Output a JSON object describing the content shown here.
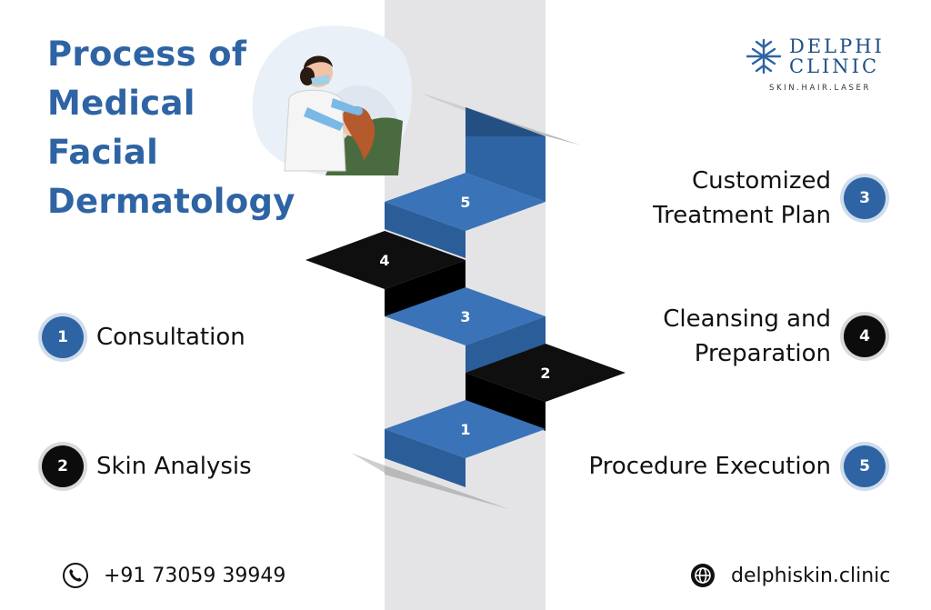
{
  "title": {
    "line1": "Process of",
    "line2": "Medical",
    "line3": "Facial",
    "line4": "Dermatology"
  },
  "logo": {
    "line1": "DELPHI",
    "line2": "CLINIC",
    "tagline": "SKIN.HAIR.LASER"
  },
  "illustration": "dermatologist-treating-patient",
  "stairs": {
    "numbers": [
      "1",
      "2",
      "3",
      "4",
      "5"
    ]
  },
  "steps": [
    {
      "number": "1",
      "label": "Consultation",
      "badge_color": "#2e64a4"
    },
    {
      "number": "2",
      "label": "Skin Analysis",
      "badge_color": "#0c0c0c"
    },
    {
      "number": "3",
      "label_line1": "Customized",
      "label_line2": "Treatment Plan",
      "badge_color": "#2e64a4"
    },
    {
      "number": "4",
      "label_line1": "Cleansing and",
      "label_line2": "Preparation",
      "badge_color": "#0c0c0c"
    },
    {
      "number": "5",
      "label": "Procedure Execution",
      "badge_color": "#2e64a4"
    }
  ],
  "contact": {
    "phone": "+91 73059 39949",
    "website": "delphiskin.clinic",
    "phone_icon": "phone-icon",
    "web_icon": "globe-icon"
  },
  "colors": {
    "accent": "#2e64a4",
    "dark": "#0c0c0c",
    "band": "#e4e4e6"
  }
}
